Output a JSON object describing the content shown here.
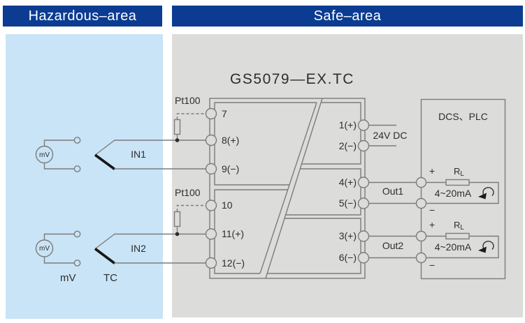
{
  "colors": {
    "header_bg": "#0b3c92",
    "header_text": "#ffffff",
    "hazardous_panel_bg": "#c9e4f6",
    "safe_panel_bg": "#dcdcda",
    "line_gray": "#7c7c7c",
    "text": "#2d2d2d"
  },
  "headers": {
    "hazardous": "Hazardous–area",
    "safe": "Safe–area"
  },
  "device": {
    "title": "GS5079—EX.TC",
    "left_terminals": {
      "t7": "7",
      "t8": "8(+)",
      "t9": "9(−)",
      "t10": "10",
      "t11": "11(+)",
      "t12": "12(−)"
    },
    "right_terminals": {
      "t1": "1(+)",
      "t2": "2(−)",
      "t4": "4(+)",
      "t5": "5(−)",
      "t3": "3(+)",
      "t6": "6(−)"
    }
  },
  "inputs": {
    "in1_label": "IN1",
    "in2_label": "IN2",
    "pt100_1": "Pt100",
    "pt100_2": "Pt100",
    "mv_source_1": "mV",
    "mv_source_2": "mV",
    "mv_legend": "mV",
    "tc_legend": "TC"
  },
  "power": {
    "supply": "24V DC"
  },
  "outputs": {
    "out1": {
      "label": "Out1",
      "plus": "+",
      "minus": "−",
      "load_r": "R",
      "load_sub": "L",
      "range": "4~20mA"
    },
    "out2": {
      "label": "Out2",
      "plus": "+",
      "minus": "−",
      "load_r": "R",
      "load_sub": "L",
      "range": "4~20mA"
    }
  },
  "control_system": {
    "label": "DCS、PLC"
  }
}
